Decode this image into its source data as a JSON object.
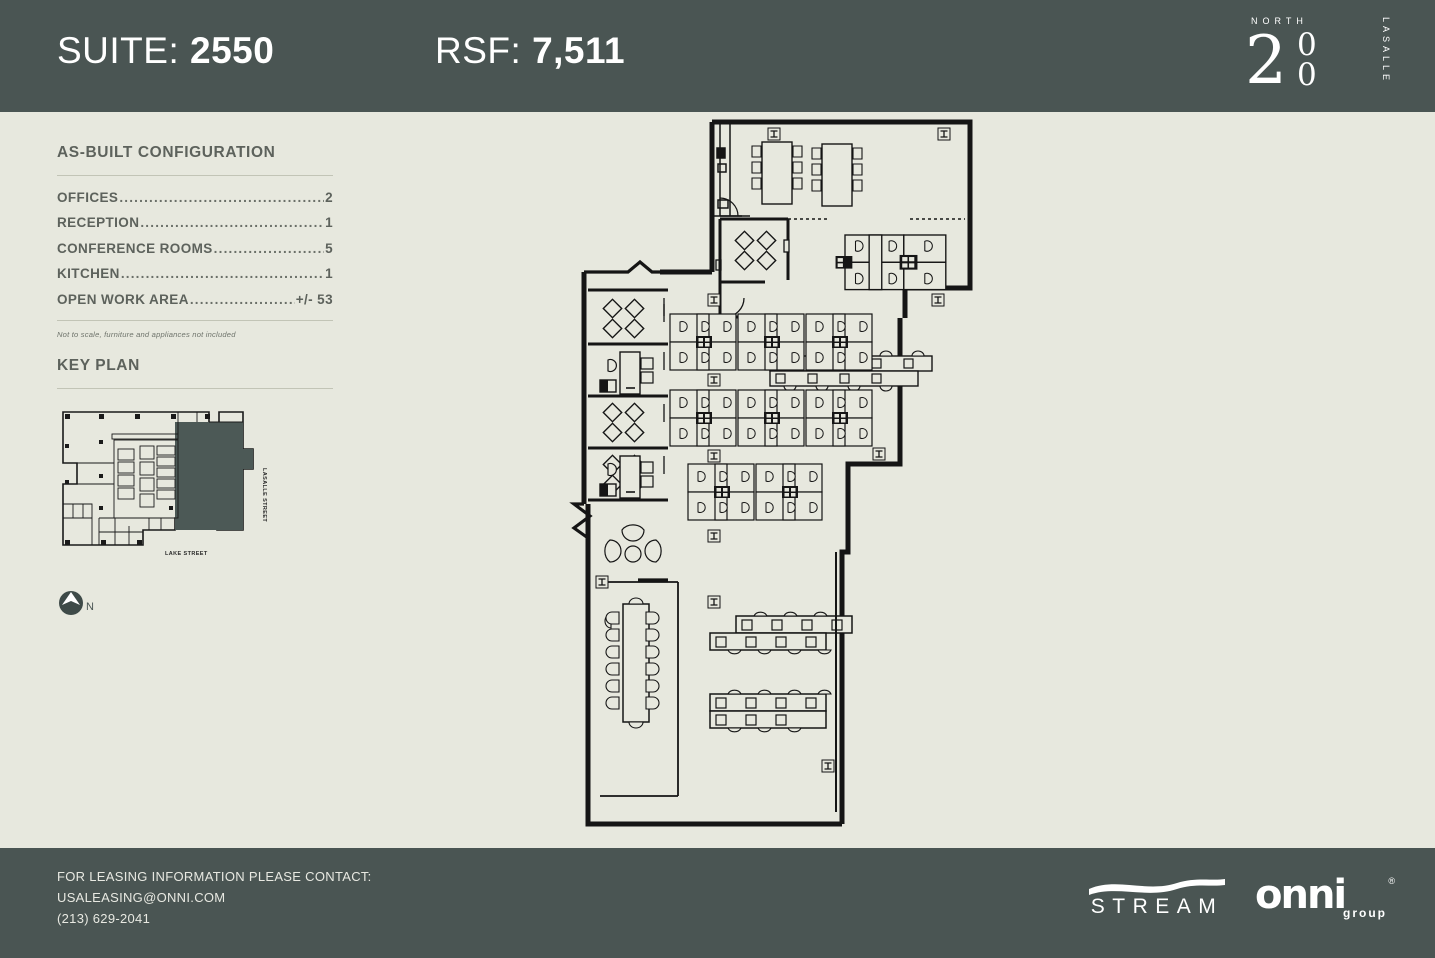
{
  "header": {
    "suite_label": "SUITE:",
    "suite_value": "2550",
    "rsf_label": "RSF:",
    "rsf_value": "7,511",
    "logo": {
      "north": "NORTH",
      "lasalle": "LASALLE",
      "numeral": "2",
      "zero_top": "0",
      "zero_bottom": "0",
      "alt": "200 North LaSalle"
    },
    "bg_color": "#4a5553"
  },
  "panel": {
    "config_title": "AS-BUILT CONFIGURATION",
    "config_items": [
      {
        "label": "OFFICES",
        "dots": "...................................................",
        "value": "2"
      },
      {
        "label": "RECEPTION",
        "dots": "..........................................",
        "value": "1"
      },
      {
        "label": "CONFERENCE ROOMS",
        "dots": ".........................",
        "value": "5"
      },
      {
        "label": "KITCHEN",
        "dots": ".................................................",
        "value": "1"
      },
      {
        "label": "OPEN WORK AREA",
        "dots": "...........................",
        "value": "+/- 53"
      }
    ],
    "disclaimer": "Not to scale, furniture and appliances not included",
    "keyplan_title": "KEY PLAN",
    "keyplan": {
      "street_right": "LASALLE STREET",
      "street_bottom": "LAKE STREET",
      "highlight_color": "#4c5956",
      "compass_label": "N"
    }
  },
  "floorplan": {
    "alt": "Suite 2550 as-built furniture floor plan",
    "line_color": "#151515",
    "fill_color": "#e7e8de",
    "rooms": [
      {
        "name": "conference-room-north",
        "type": "conference",
        "seats": 8
      },
      {
        "name": "conference-room-north-2",
        "type": "conference",
        "seats": 8
      },
      {
        "name": "huddle-room-reception",
        "type": "huddle",
        "seats": 4
      },
      {
        "name": "huddle-room-west-1",
        "type": "huddle",
        "seats": 4
      },
      {
        "name": "private-office-west-1",
        "type": "office",
        "seats": 1
      },
      {
        "name": "huddle-room-west-2",
        "type": "huddle",
        "seats": 4
      },
      {
        "name": "private-office-west-2",
        "type": "office",
        "seats": 1
      },
      {
        "name": "huddle-room-west-3",
        "type": "huddle",
        "seats": 4
      },
      {
        "name": "boardroom-south",
        "type": "boardroom",
        "seats": 16
      }
    ],
    "workstation_clusters": 8,
    "bench_rows": 4
  },
  "footer": {
    "contact_line1": "FOR LEASING INFORMATION PLEASE CONTACT:",
    "contact_line2": "USALEASING@ONNI.COM",
    "contact_line3": "(213) 629-2041",
    "stream_logo": "STREAM",
    "onni_logo": "onni",
    "onni_sub": "group",
    "onni_mark": "®",
    "bg_color": "#4a5553"
  }
}
